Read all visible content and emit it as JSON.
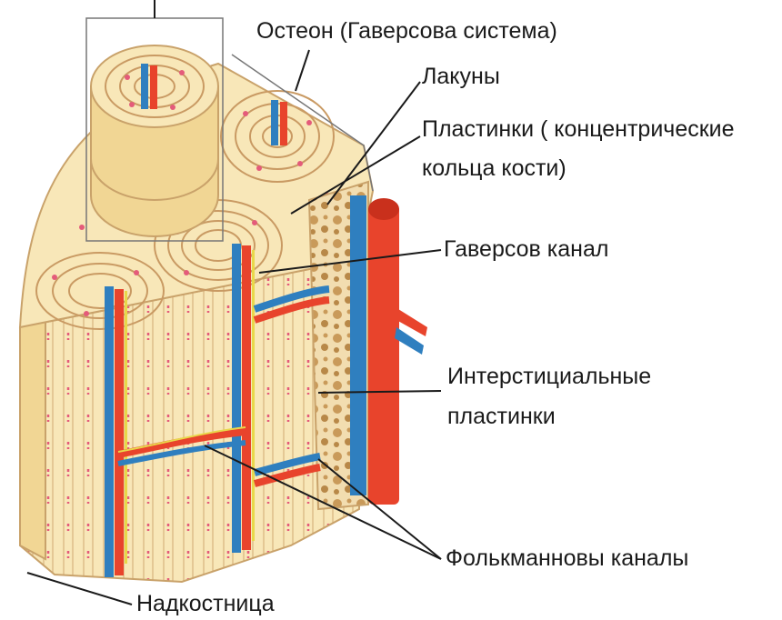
{
  "labels": {
    "osteon": "Остеон (Гаверсова система)",
    "lacunae": "Лакуны",
    "lamellae_line1": "Пластинки   ( концентрические",
    "lamellae_line2": "кольца кости)",
    "haversian_canal": "Гаверсов канал",
    "interstitial_line1": "Интерстициальные",
    "interstitial_line2": "пластинки",
    "volkmann_canals": "Фолькманновы каналы",
    "periosteum": "Надкостница"
  },
  "colors": {
    "bone": "#f8e7b8",
    "bone_dark": "#ecd39a",
    "lamella_line": "#c99a63",
    "lacuna": "#e45b7a",
    "artery": "#e8442c",
    "vein": "#2f7fbf",
    "spongy": "#c99a5a",
    "spongy_bg": "#f2ddb0",
    "canal_edge": "#e8d84a"
  }
}
